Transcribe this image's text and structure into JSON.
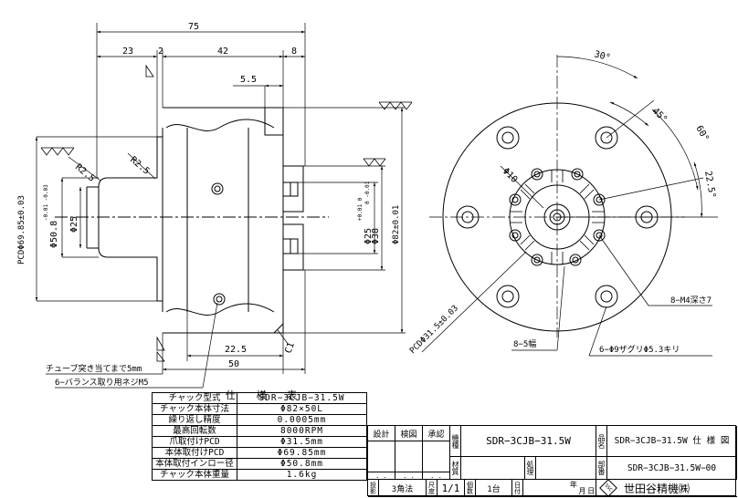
{
  "dims": {
    "d75": "75",
    "d23": "23",
    "d2": "2",
    "d42": "42",
    "d8": "8",
    "d55": "5.5",
    "r25a": "R2.5",
    "r25b": "R2.5",
    "pcd6985": "PCDΦ69.85±0.03",
    "phi508": "Φ50.8",
    "phi508_tol": "-0.01 -0.03",
    "phi25": "Φ25",
    "phi25r": "Φ25",
    "phi25r_tol": "+0.01 0",
    "phi38": "Φ38",
    "phi38_tol": "0 -0.01",
    "phi82": "Φ82±0.01",
    "d225": "22.5",
    "d50": "50",
    "c1": "C1",
    "a30": "30°",
    "a45": "45°",
    "a60": "60°",
    "a225": "22.5°",
    "phi10": "Φ10",
    "pcd315": "PCDΦ31.5±0.03",
    "m4": "8−M4深さ7",
    "w5": "8−5幅",
    "counterbore": "6−Φ9ザグリΦ5.3キリ",
    "tube_note": "チューブ突き当てまで5mm",
    "balance_note": "6−バランス取り用ネジM5"
  },
  "spec": {
    "title": "仕 様 表",
    "rows": [
      {
        "label": "チャック型式",
        "value": "SDR−3CJB−31.5W"
      },
      {
        "label": "チャック本体寸法",
        "value": "Φ82×50L"
      },
      {
        "label": "繰り返し精度",
        "value": "0.0005mm"
      },
      {
        "label": "最高回転数",
        "value": "8000RPM"
      },
      {
        "label": "爪取付けPCD",
        "value": "Φ31.5mm"
      },
      {
        "label": "本体取付けPCD",
        "value": "Φ69.85mm"
      },
      {
        "label": "本体取付インロー径",
        "value": "Φ50.8mm"
      },
      {
        "label": "チャック本体重量",
        "value": "1.6kg"
      }
    ]
  },
  "titleblock": {
    "design": "設計",
    "check": "検図",
    "approve": "承認",
    "kishu_label": "機種",
    "kishu": "SDR−3CJB−31.5W",
    "hinmei_label": "品名",
    "hinmei": "SDR−3CJB−31.5W 仕 様 図",
    "zaishitsu_label": "材質",
    "shori_label": "処理",
    "buban_label": "部番",
    "buban": "SDR−3CJB−31.5W−00",
    "touei_label": "投影",
    "touei": "3角法",
    "scale_label": "尺度",
    "scale": "1/1",
    "kosu_label": "個数",
    "kosu": "1台",
    "date_label": "日付",
    "year": "年",
    "month": "月",
    "day": "日",
    "dots": ". .",
    "company_mark": "SSC",
    "company": "世田谷精機㈱"
  }
}
